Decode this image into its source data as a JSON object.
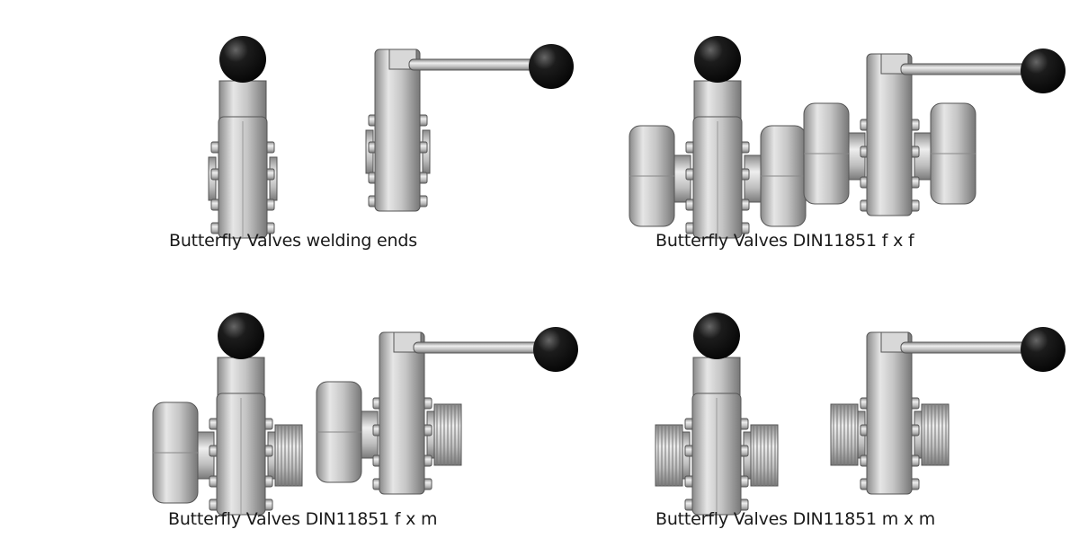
{
  "captions": [
    "Butterfly Valves welding ends",
    "Butterfly Valves DIN11851 f x f",
    "Butterfly Valves DIN11851 f x m",
    "Butterfly Valves DIN11851 m x m"
  ],
  "colors": {
    "background": "#ffffff",
    "handle_knob": "#111111",
    "steel": "#c8c8c8",
    "caption_text": "#1a1a1a"
  }
}
